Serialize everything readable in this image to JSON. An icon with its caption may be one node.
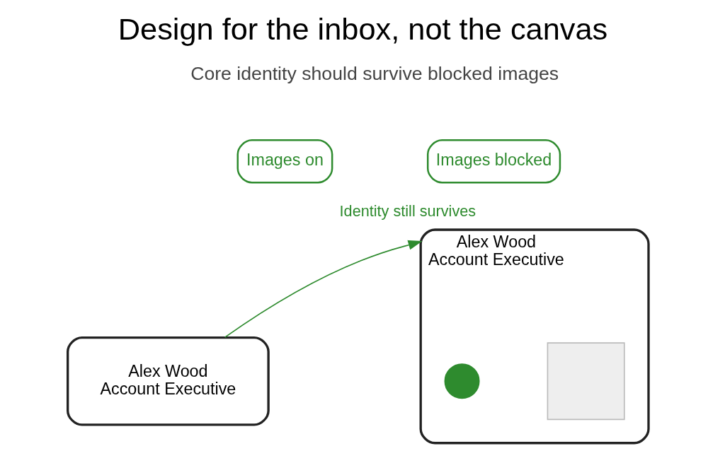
{
  "diagram": {
    "title": "Design for the inbox, not the canvas",
    "nodes": [
      {
        "text": [
          "Images on"
        ]
      },
      {
        "text": [
          "Alex Wood",
          "Account Executive"
        ]
      },
      {
        "text": [
          "Images blocked"
        ]
      },
      {
        "text": [
          "Alex Wood",
          "Account Executive"
        ]
      },
      {
        "text": [],
        "shape": "box",
        "in": 3
      },
      {
        "text": [],
        "shape": "circle",
        "in": 3
      }
    ],
    "edges": [
      {
        "from": 1,
        "to": 3,
        "arrow": "to",
        "label": "Identity still survives",
        "color": "#2e8b2e"
      }
    ],
    "labels": [
      "Core identity should survive blocked images"
    ]
  }
}
